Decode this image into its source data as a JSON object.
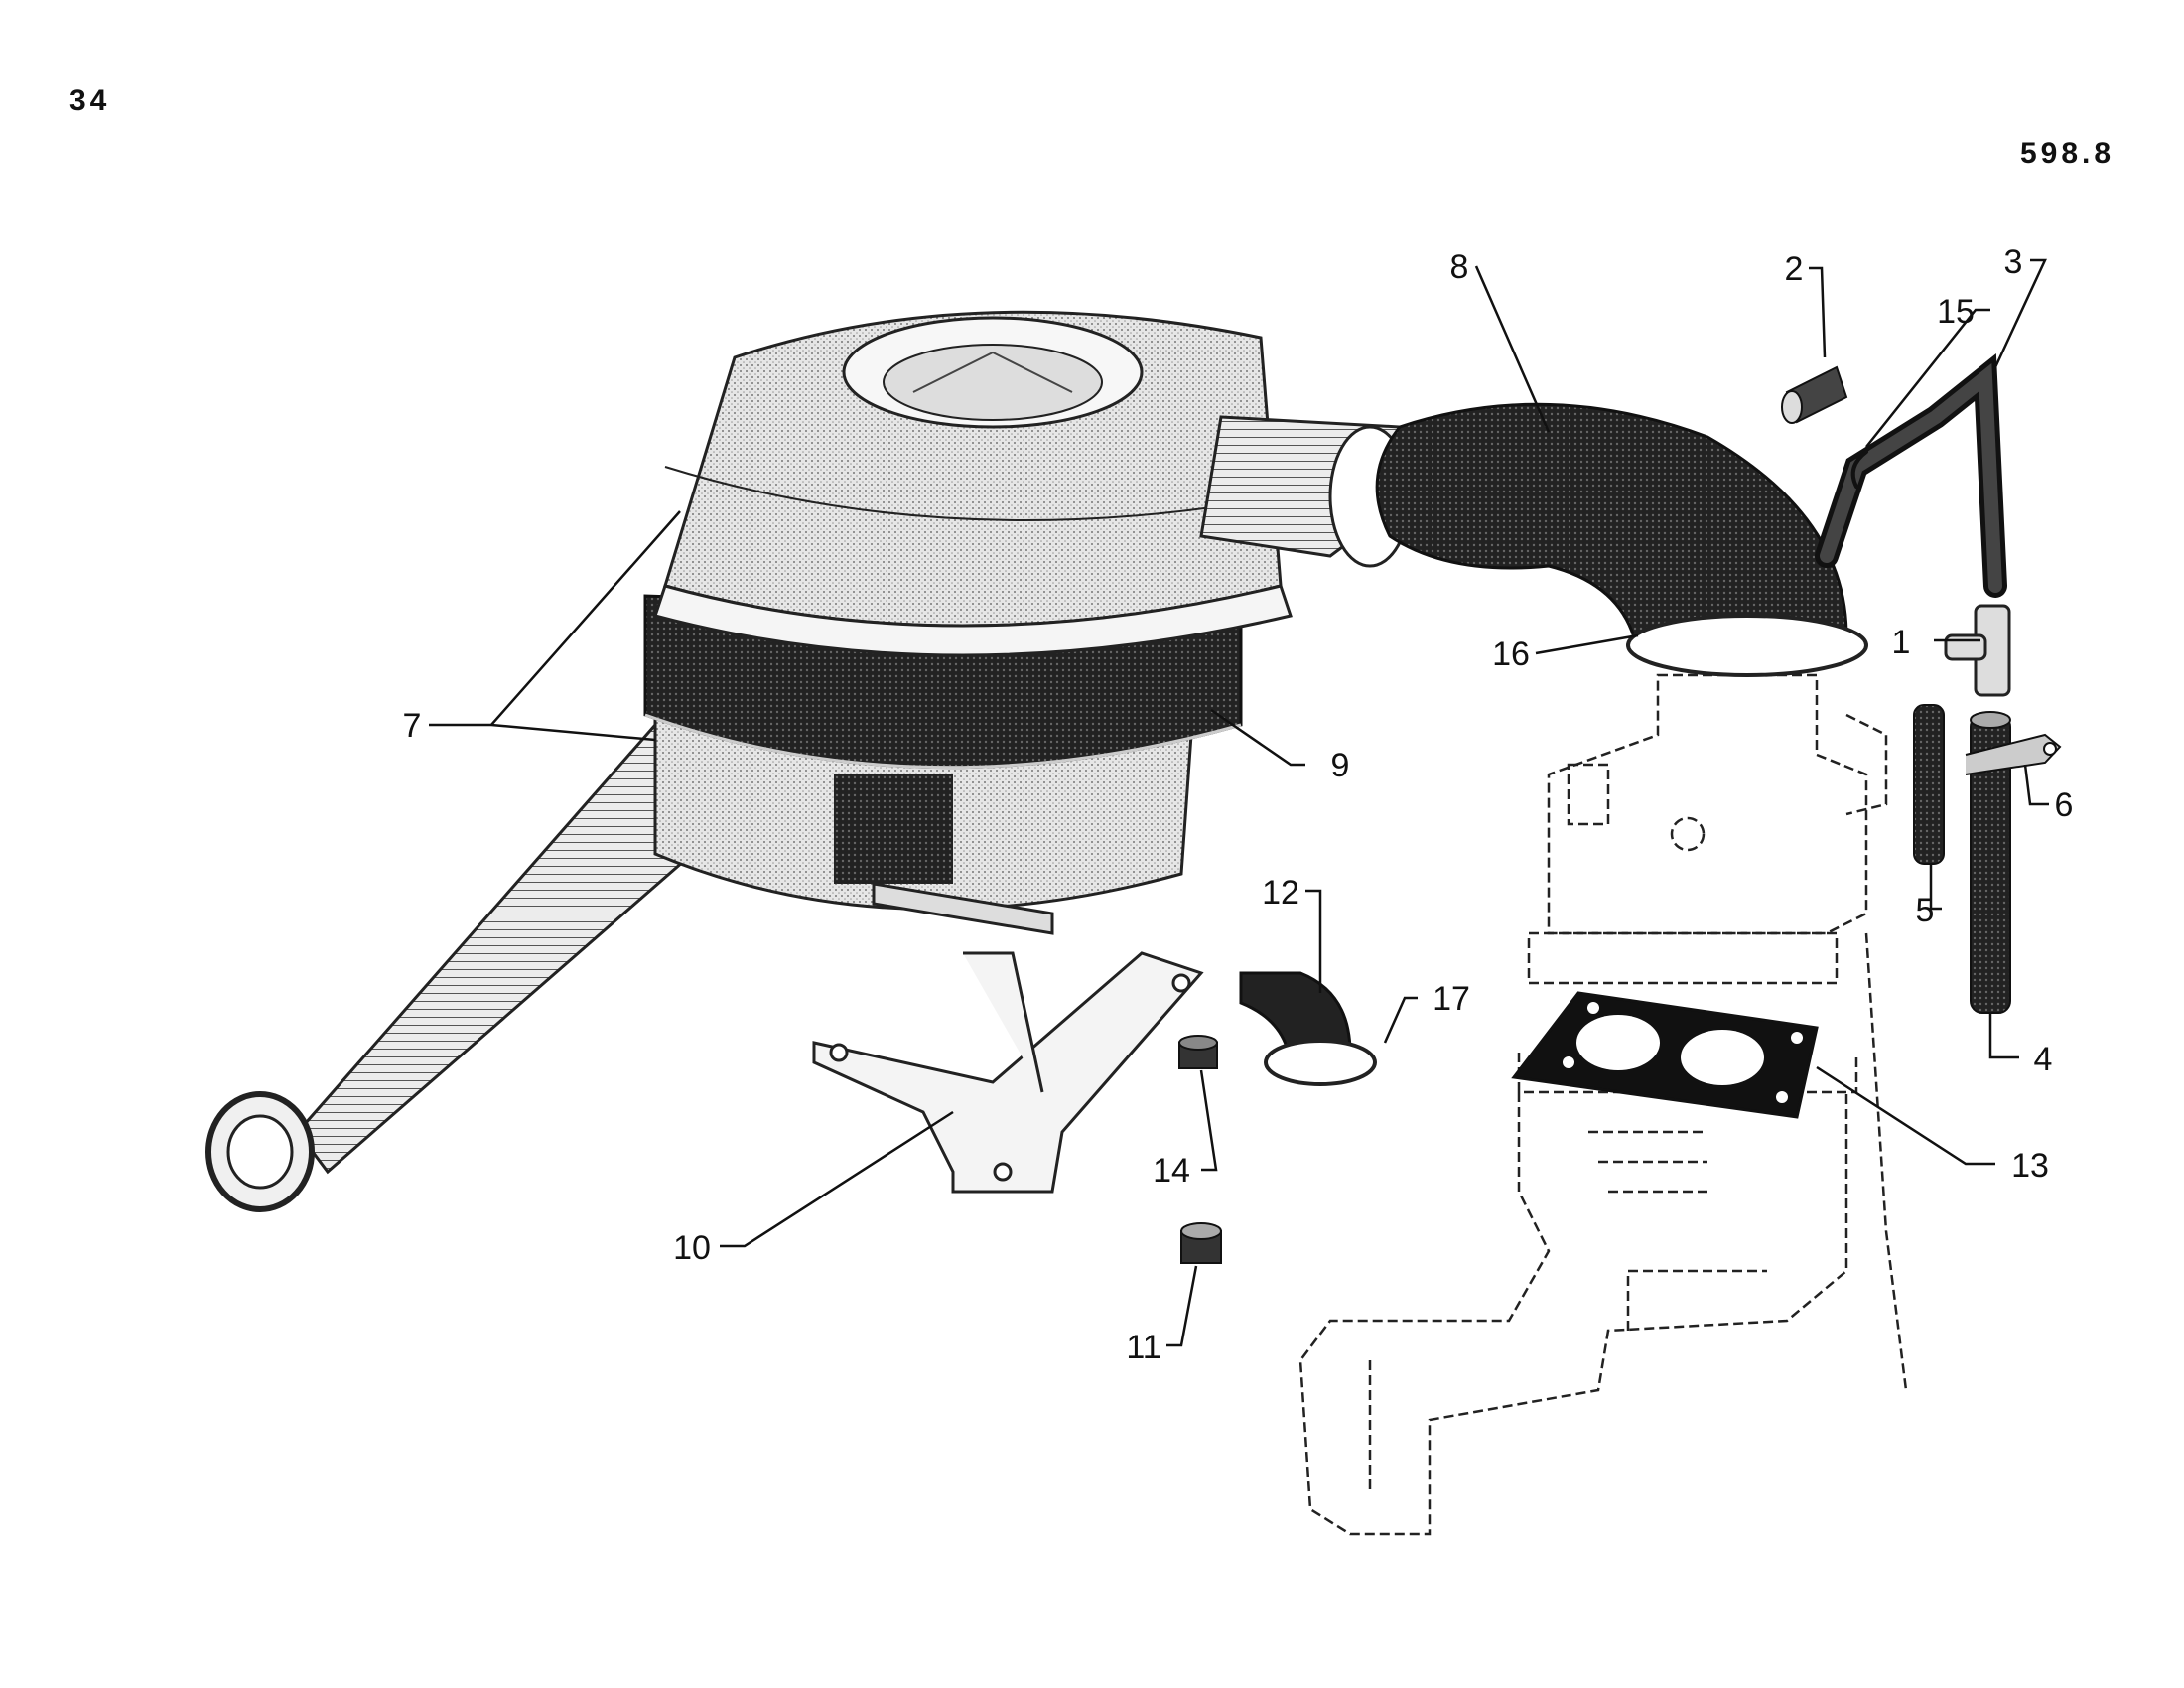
{
  "page": {
    "number": "34",
    "reference": "598.8"
  },
  "callouts": [
    {
      "label": "1"
    },
    {
      "label": "2"
    },
    {
      "label": "3"
    },
    {
      "label": "4"
    },
    {
      "label": "5"
    },
    {
      "label": "6"
    },
    {
      "label": "7"
    },
    {
      "label": "8"
    },
    {
      "label": "9"
    },
    {
      "label": "10"
    },
    {
      "label": "11"
    },
    {
      "label": "12"
    },
    {
      "label": "13"
    },
    {
      "label": "14"
    },
    {
      "label": "15"
    },
    {
      "label": "16"
    },
    {
      "label": "17"
    }
  ]
}
